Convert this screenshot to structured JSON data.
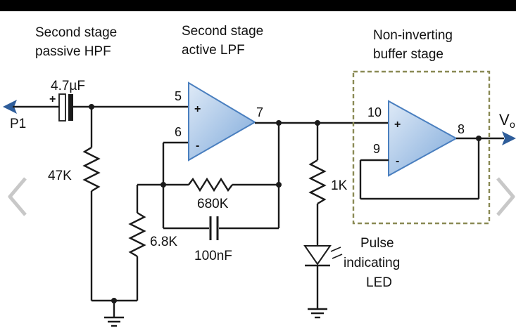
{
  "labels": {
    "hpf_line1": "Second stage",
    "hpf_line2": "passive HPF",
    "lpf_line1": "Second stage",
    "lpf_line2": "active LPF",
    "buf_line1": "Non-inverting",
    "buf_line2": "buffer stage",
    "p1": "P1",
    "vout": "V",
    "vout_sub": "o",
    "pulse_line1": "Pulse",
    "pulse_line2": "indicating",
    "pulse_line3": "LED"
  },
  "components": {
    "cap_input": "4.7µF",
    "r_hpf": "47K",
    "r_feedback": "680K",
    "c_feedback": "100nF",
    "r_ground": "6.8K",
    "r_led": "1K"
  },
  "pins": {
    "p5": "5",
    "p6": "6",
    "p7": "7",
    "p10": "10",
    "p9": "9",
    "p8": "8"
  },
  "signs": {
    "plus": "+",
    "minus": "-",
    "cap_plus": "+"
  },
  "colors": {
    "wire": "#1a1a1a",
    "opamp_fill_light": "#d6e6f6",
    "opamp_fill_dark": "#7aa6d8",
    "opamp_stroke": "#4a7fbf",
    "arrow": "#2e5d9a",
    "dashed_box": "#8a8a55"
  }
}
